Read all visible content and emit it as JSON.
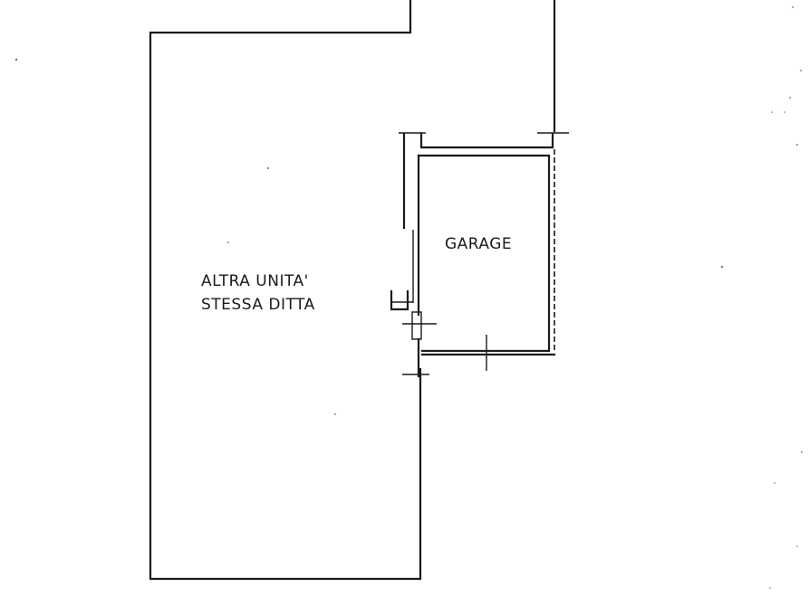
{
  "rooms": {
    "other_unit": {
      "line1": "ALTRA UNITA'",
      "line2": "STESSA DITTA"
    },
    "garage": {
      "label": "GARAGE"
    }
  },
  "colors": {
    "ink": "#1a1a1a",
    "paper": "#ffffff"
  }
}
